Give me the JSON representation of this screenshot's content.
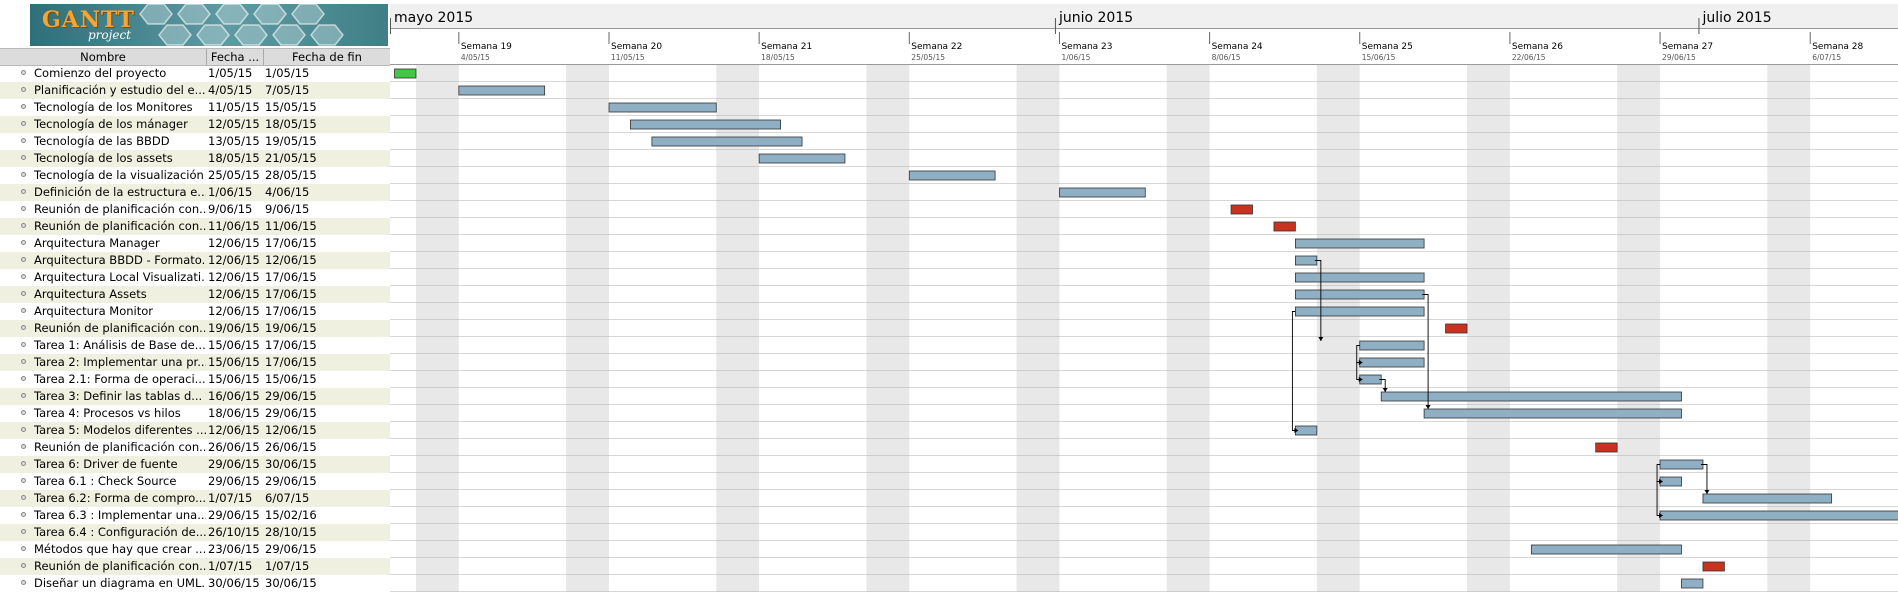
{
  "app": {
    "logo_text": "GANTT",
    "logo_sub": "project"
  },
  "columns": {
    "name": "Nombre",
    "start": "Fecha ...",
    "end": "Fecha de fin"
  },
  "timeline": {
    "months": [
      {
        "label": "mayo 2015",
        "start": "2015-05-01"
      },
      {
        "label": "junio 2015",
        "start": "2015-06-01"
      },
      {
        "label": "julio 2015",
        "start": "2015-07-01"
      }
    ],
    "weeks": [
      {
        "label": "Semana 19",
        "date": "4/05/15"
      },
      {
        "label": "Semana 20",
        "date": "11/05/15"
      },
      {
        "label": "Semana 21",
        "date": "18/05/15"
      },
      {
        "label": "Semana 22",
        "date": "25/05/15"
      },
      {
        "label": "Semana 23",
        "date": "1/06/15"
      },
      {
        "label": "Semana 24",
        "date": "8/06/15"
      },
      {
        "label": "Semana 25",
        "date": "15/06/15"
      },
      {
        "label": "Semana 26",
        "date": "22/06/15"
      },
      {
        "label": "Semana 27",
        "date": "29/06/15"
      },
      {
        "label": "Semana 28",
        "date": "6/07/15"
      }
    ]
  },
  "colors": {
    "task": "#8fafc4",
    "milestone_start": "#44c744",
    "meeting": "#c8321e",
    "weekend": "#e8e8e8",
    "row_alt": "#f0f0e0"
  },
  "tasks": [
    {
      "name": "Comienzo del proyecto",
      "start": "1/05/15",
      "end": "1/05/15",
      "bar_start": "2015-05-01",
      "bar_end": "2015-05-01",
      "kind": "start"
    },
    {
      "name": "Planificación y estudio del e...",
      "start": "4/05/15",
      "end": "7/05/15",
      "bar_start": "2015-05-04",
      "bar_end": "2015-05-07",
      "kind": "task"
    },
    {
      "name": "Tecnología de los Monitores",
      "start": "11/05/15",
      "end": "15/05/15",
      "bar_start": "2015-05-11",
      "bar_end": "2015-05-15",
      "kind": "task"
    },
    {
      "name": "Tecnología de los mánager",
      "start": "12/05/15",
      "end": "18/05/15",
      "bar_start": "2015-05-12",
      "bar_end": "2015-05-18",
      "kind": "task"
    },
    {
      "name": "Tecnología de las BBDD",
      "start": "13/05/15",
      "end": "19/05/15",
      "bar_start": "2015-05-13",
      "bar_end": "2015-05-19",
      "kind": "task"
    },
    {
      "name": "Tecnología de los assets",
      "start": "18/05/15",
      "end": "21/05/15",
      "bar_start": "2015-05-18",
      "bar_end": "2015-05-21",
      "kind": "task"
    },
    {
      "name": "Tecnología de la visualización",
      "start": "25/05/15",
      "end": "28/05/15",
      "bar_start": "2015-05-25",
      "bar_end": "2015-05-28",
      "kind": "task"
    },
    {
      "name": "Definición de la estructura e...",
      "start": "1/06/15",
      "end": "4/06/15",
      "bar_start": "2015-06-01",
      "bar_end": "2015-06-04",
      "kind": "task"
    },
    {
      "name": "Reunión de planificación con...",
      "start": "9/06/15",
      "end": "9/06/15",
      "bar_start": "2015-06-09",
      "bar_end": "2015-06-09",
      "kind": "meeting"
    },
    {
      "name": "Reunión de planificación con...",
      "start": "11/06/15",
      "end": "11/06/15",
      "bar_start": "2015-06-11",
      "bar_end": "2015-06-11",
      "kind": "meeting"
    },
    {
      "name": "Arquitectura Manager",
      "start": "12/06/15",
      "end": "17/06/15",
      "bar_start": "2015-06-12",
      "bar_end": "2015-06-17",
      "kind": "task"
    },
    {
      "name": "Arquitectura BBDD - Formato...",
      "start": "12/06/15",
      "end": "12/06/15",
      "bar_start": "2015-06-12",
      "bar_end": "2015-06-12",
      "kind": "task"
    },
    {
      "name": "Arquitectura Local Visualizati...",
      "start": "12/06/15",
      "end": "17/06/15",
      "bar_start": "2015-06-12",
      "bar_end": "2015-06-17",
      "kind": "task"
    },
    {
      "name": "Arquitectura Assets",
      "start": "12/06/15",
      "end": "17/06/15",
      "bar_start": "2015-06-12",
      "bar_end": "2015-06-17",
      "kind": "task"
    },
    {
      "name": "Arquitectura Monitor",
      "start": "12/06/15",
      "end": "17/06/15",
      "bar_start": "2015-06-12",
      "bar_end": "2015-06-17",
      "kind": "task"
    },
    {
      "name": "Reunión de planificación con...",
      "start": "19/06/15",
      "end": "19/06/15",
      "bar_start": "2015-06-19",
      "bar_end": "2015-06-19",
      "kind": "meeting"
    },
    {
      "name": "Tarea 1: Análisis de Base de...",
      "start": "15/06/15",
      "end": "17/06/15",
      "bar_start": "2015-06-15",
      "bar_end": "2015-06-17",
      "kind": "task"
    },
    {
      "name": "Tarea 2: Implementar una pr...",
      "start": "15/06/15",
      "end": "17/06/15",
      "bar_start": "2015-06-15",
      "bar_end": "2015-06-17",
      "kind": "task"
    },
    {
      "name": "Tarea 2.1: Forma de operaci...",
      "start": "15/06/15",
      "end": "15/06/15",
      "bar_start": "2015-06-15",
      "bar_end": "2015-06-15",
      "kind": "task"
    },
    {
      "name": "Tarea 3: Definir las tablas d...",
      "start": "16/06/15",
      "end": "29/06/15",
      "bar_start": "2015-06-16",
      "bar_end": "2015-06-29",
      "kind": "task"
    },
    {
      "name": "Tarea 4: Procesos vs hilos",
      "start": "18/06/15",
      "end": "29/06/15",
      "bar_start": "2015-06-18",
      "bar_end": "2015-06-29",
      "kind": "task"
    },
    {
      "name": "Tarea 5: Modelos diferentes ...",
      "start": "12/06/15",
      "end": "12/06/15",
      "bar_start": "2015-06-12",
      "bar_end": "2015-06-12",
      "kind": "task"
    },
    {
      "name": "Reunión de planificación con...",
      "start": "26/06/15",
      "end": "26/06/15",
      "bar_start": "2015-06-26",
      "bar_end": "2015-06-26",
      "kind": "meeting"
    },
    {
      "name": "Tarea 6: Driver de fuente",
      "start": "29/06/15",
      "end": "30/06/15",
      "bar_start": "2015-06-29",
      "bar_end": "2015-06-30",
      "kind": "task"
    },
    {
      "name": "Tarea 6.1 : Check Source",
      "start": "29/06/15",
      "end": "29/06/15",
      "bar_start": "2015-06-29",
      "bar_end": "2015-06-29",
      "kind": "task"
    },
    {
      "name": "Tarea 6.2: Forma de compro...",
      "start": "1/07/15",
      "end": "6/07/15",
      "bar_start": "2015-07-01",
      "bar_end": "2015-07-06",
      "kind": "task"
    },
    {
      "name": "Tarea 6.3 : Implementar una...",
      "start": "29/06/15",
      "end": "15/02/16",
      "bar_start": "2015-06-29",
      "bar_end": "2016-02-15",
      "kind": "task"
    },
    {
      "name": "Tarea 6.4 : Configuración de...",
      "start": "26/10/15",
      "end": "28/10/15",
      "bar_start": "2015-10-26",
      "bar_end": "2015-10-28",
      "kind": "task"
    },
    {
      "name": "Métodos que hay que crear ...",
      "start": "23/06/15",
      "end": "29/06/15",
      "bar_start": "2015-06-23",
      "bar_end": "2015-06-29",
      "kind": "task"
    },
    {
      "name": "Reunión de planificación con...",
      "start": "1/07/15",
      "end": "1/07/15",
      "bar_start": "2015-07-01",
      "bar_end": "2015-07-01",
      "kind": "meeting"
    },
    {
      "name": "Diseñar un diagrama en UML...",
      "start": "30/06/15",
      "end": "30/06/15",
      "bar_start": "2015-06-30",
      "bar_end": "2015-06-30",
      "kind": "task"
    }
  ],
  "dependencies": [
    {
      "from": 11,
      "to": 16,
      "type": "end-start"
    },
    {
      "from": 13,
      "to": 20,
      "type": "end-start"
    },
    {
      "from": 14,
      "to": 21,
      "type": "start-start"
    },
    {
      "from": 16,
      "to": 17,
      "type": "start-start"
    },
    {
      "from": 17,
      "to": 18,
      "type": "start-start"
    },
    {
      "from": 18,
      "to": 19,
      "type": "end-start"
    },
    {
      "from": 23,
      "to": 24,
      "type": "start-start"
    },
    {
      "from": 23,
      "to": 25,
      "type": "end-start"
    },
    {
      "from": 24,
      "to": 26,
      "type": "start-start"
    }
  ]
}
